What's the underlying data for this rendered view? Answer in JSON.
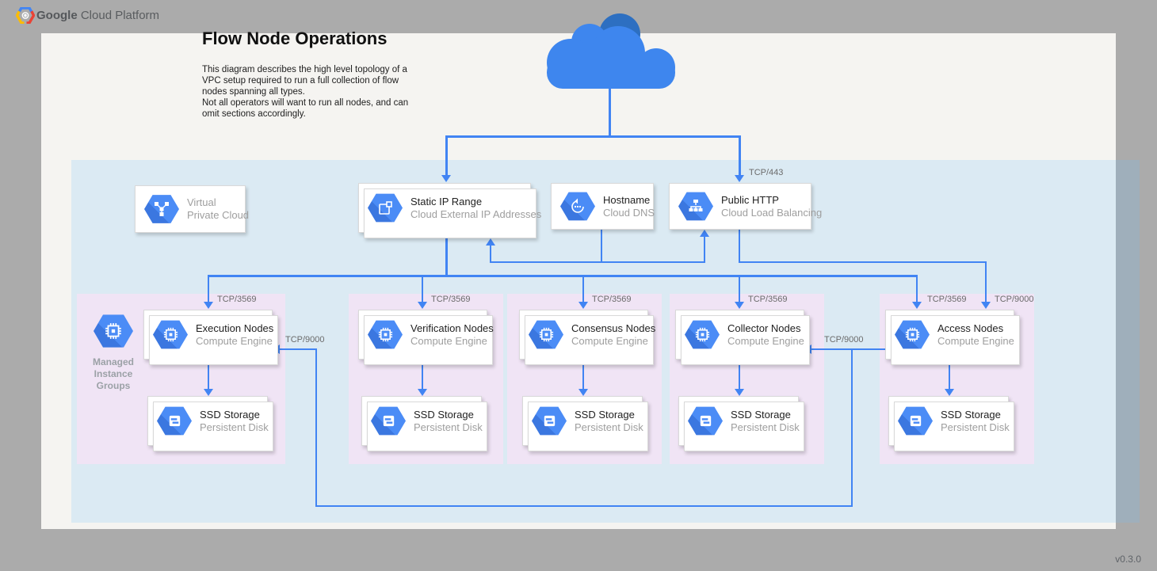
{
  "header": {
    "brand_google": "Google",
    "brand_platform": "Cloud Platform"
  },
  "page": {
    "title": "Flow Node Operations",
    "description_line1": "This diagram describes the high level topology of a VPC setup required to run a full collection of flow nodes spanning all types.",
    "description_line2": "Not all operators will want to run all nodes, and can omit sections accordingly.",
    "version": "v0.3.0"
  },
  "port_labels": {
    "tcp443": "TCP/443",
    "tcp3569": "TCP/3569",
    "tcp9000": "TCP/9000"
  },
  "services": {
    "vpc": {
      "name": "Virtual",
      "product": "Private Cloud"
    },
    "static_ip": {
      "name": "Static IP Range",
      "product": "Cloud External IP Addresses"
    },
    "hostname": {
      "name": "Hostname",
      "product": "Cloud DNS"
    },
    "public_http": {
      "name": "Public HTTP",
      "product": "Cloud Load Balancing"
    }
  },
  "instance_groups_label": "Managed Instance Groups",
  "groups": [
    {
      "node": "Execution Nodes",
      "node_product": "Compute Engine",
      "storage": "SSD Storage",
      "storage_product": "Persistent Disk"
    },
    {
      "node": "Verification Nodes",
      "node_product": "Compute Engine",
      "storage": "SSD Storage",
      "storage_product": "Persistent Disk"
    },
    {
      "node": "Consensus Nodes",
      "node_product": "Compute Engine",
      "storage": "SSD Storage",
      "storage_product": "Persistent Disk"
    },
    {
      "node": "Collector Nodes",
      "node_product": "Compute Engine",
      "storage": "SSD Storage",
      "storage_product": "Persistent Disk"
    },
    {
      "node": "Access Nodes",
      "node_product": "Compute Engine",
      "storage": "SSD Storage",
      "storage_product": "Persistent Disk"
    }
  ],
  "colors": {
    "background_gray": "#ababab",
    "page_white": "#f5f4f1",
    "region_blue": "#e1eefa",
    "group_pink": "#f0e4f5",
    "line_blue": "#4184f3",
    "icon_blue": "#4b8cf6",
    "cloud_blue": "#3e86ee",
    "cloud_dark_blue": "#2d6fc1"
  }
}
